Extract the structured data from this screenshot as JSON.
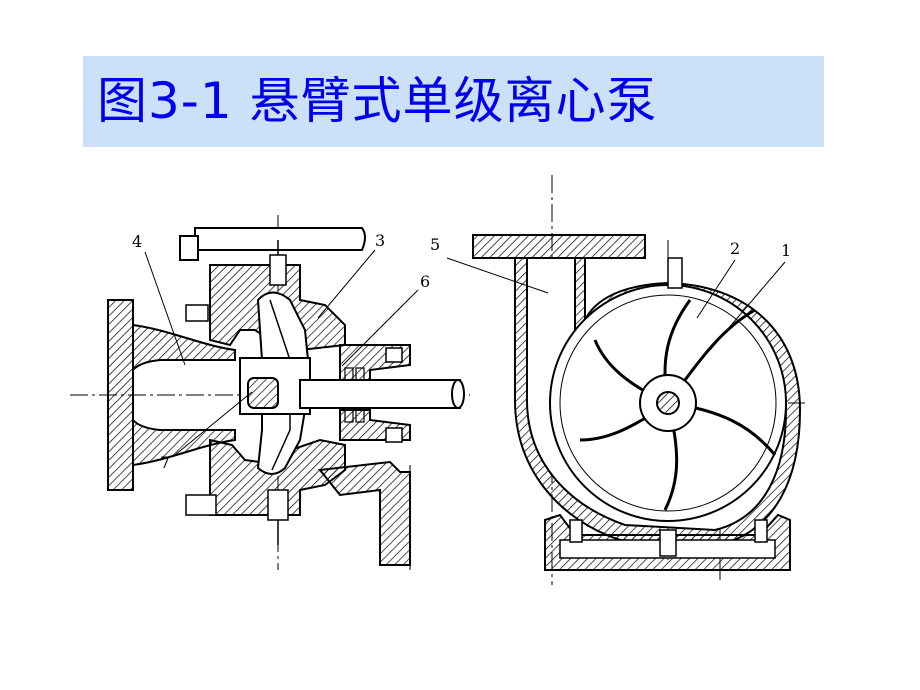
{
  "title": "图3-1  悬臂式单级离心泵",
  "colors": {
    "banner": "#cce0f7",
    "title_text": "#0000ee",
    "ink": "#000000"
  },
  "callouts": {
    "impeller": "1",
    "blade": "2",
    "casing_front": "3",
    "suction_inlet": "4",
    "volute": "5",
    "packing_seal": "6",
    "balance_hole": "7"
  }
}
